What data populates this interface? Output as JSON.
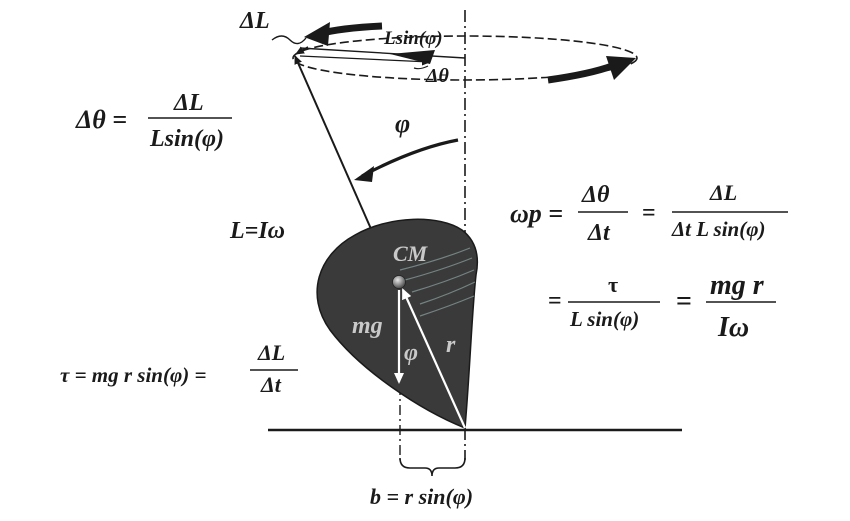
{
  "top": {
    "delta_L": "ΔL",
    "Lsin_phi": "Lsin(φ)",
    "delta_theta": "Δθ"
  },
  "left": {
    "dtheta_lhs": "Δθ =",
    "dtheta_num": "ΔL",
    "dtheta_den": "Lsin(φ)",
    "phi": "φ",
    "L_eq": "L=Iω",
    "torque_lhs": "τ = mg r sin(φ) =",
    "torque_num": "ΔL",
    "torque_den": "Δt"
  },
  "top_body": {
    "cm": "CM",
    "mg": "mg",
    "phi": "φ",
    "r": "r"
  },
  "right": {
    "omega_p": "ωp =",
    "frac1_num": "Δθ",
    "frac1_den": "Δt",
    "eq1": "=",
    "frac2_num": "ΔL",
    "frac2_den": "Δt L sin(φ)",
    "eq2": "=",
    "frac3_num": "τ",
    "frac3_den": "L sin(φ)",
    "eq3": "=",
    "frac4_num": "mg r",
    "frac4_den": "Iω"
  },
  "bottom": {
    "b_eq": "b = r sin(φ)"
  },
  "colors": {
    "body": "#3a3a3a",
    "ink": "#1a1a1a",
    "stripe": "#8a9a9a"
  }
}
